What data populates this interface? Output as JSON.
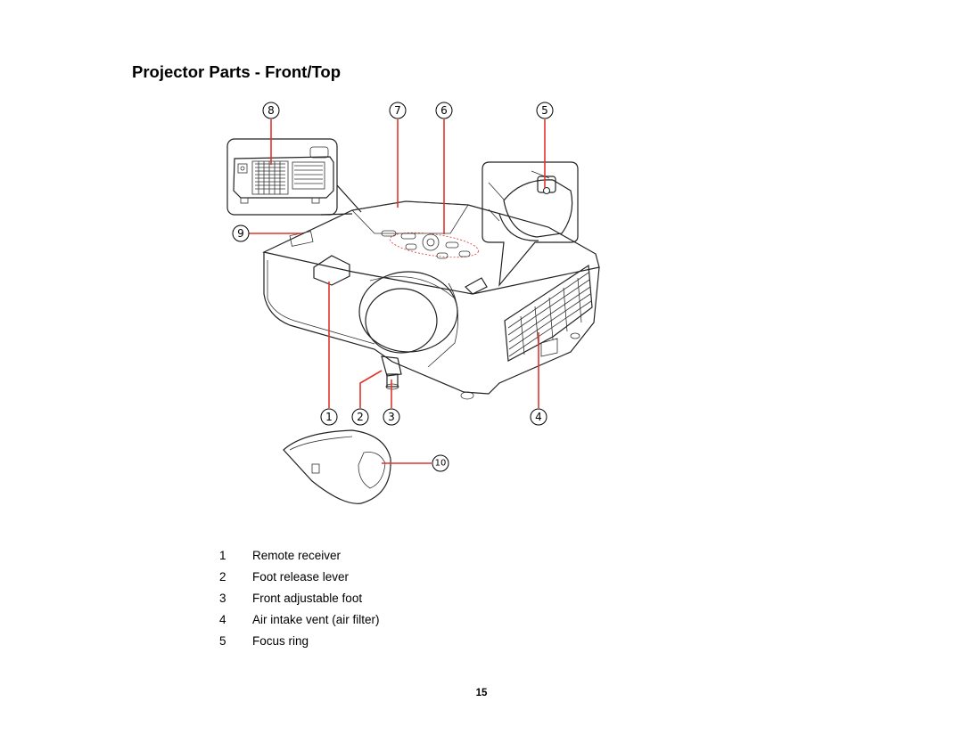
{
  "page": {
    "title": "Projector Parts - Front/Top",
    "page_number": "15"
  },
  "figure": {
    "callouts": [
      "1",
      "2",
      "3",
      "4",
      "5",
      "6",
      "7",
      "8",
      "9",
      "10"
    ],
    "leader_color": "#e0352b"
  },
  "legend": [
    {
      "num": "1",
      "label": "Remote receiver"
    },
    {
      "num": "2",
      "label": "Foot release lever"
    },
    {
      "num": "3",
      "label": "Front adjustable foot"
    },
    {
      "num": "4",
      "label": "Air intake vent (air filter)"
    },
    {
      "num": "5",
      "label": "Focus ring"
    }
  ]
}
